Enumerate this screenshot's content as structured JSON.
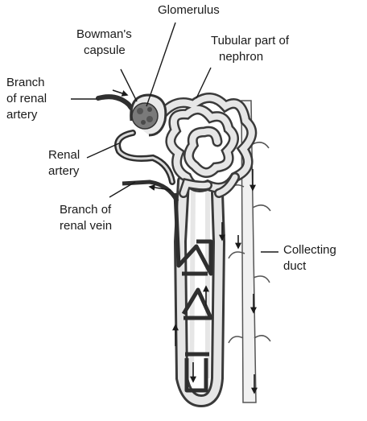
{
  "labels": {
    "glomerulus": "Glomerulus",
    "bowmans_capsule_1": "Bowman's",
    "bowmans_capsule_2": "capsule",
    "tubular_1": "Tubular part of",
    "tubular_2": "nephron",
    "branch_artery_1": "Branch",
    "branch_artery_2": "of renal",
    "branch_artery_3": "artery",
    "renal_artery_1": "Renal",
    "renal_artery_2": "artery",
    "branch_vein_1": "Branch of",
    "branch_vein_2": "renal vein",
    "collecting_1": "Collecting",
    "collecting_2": "duct"
  },
  "colors": {
    "line": "#2b2b2b",
    "vessel_dark": "#3a3a3a",
    "tubule_fill": "#e6e6e6",
    "glomerulus_fill": "#7a7a7a"
  }
}
